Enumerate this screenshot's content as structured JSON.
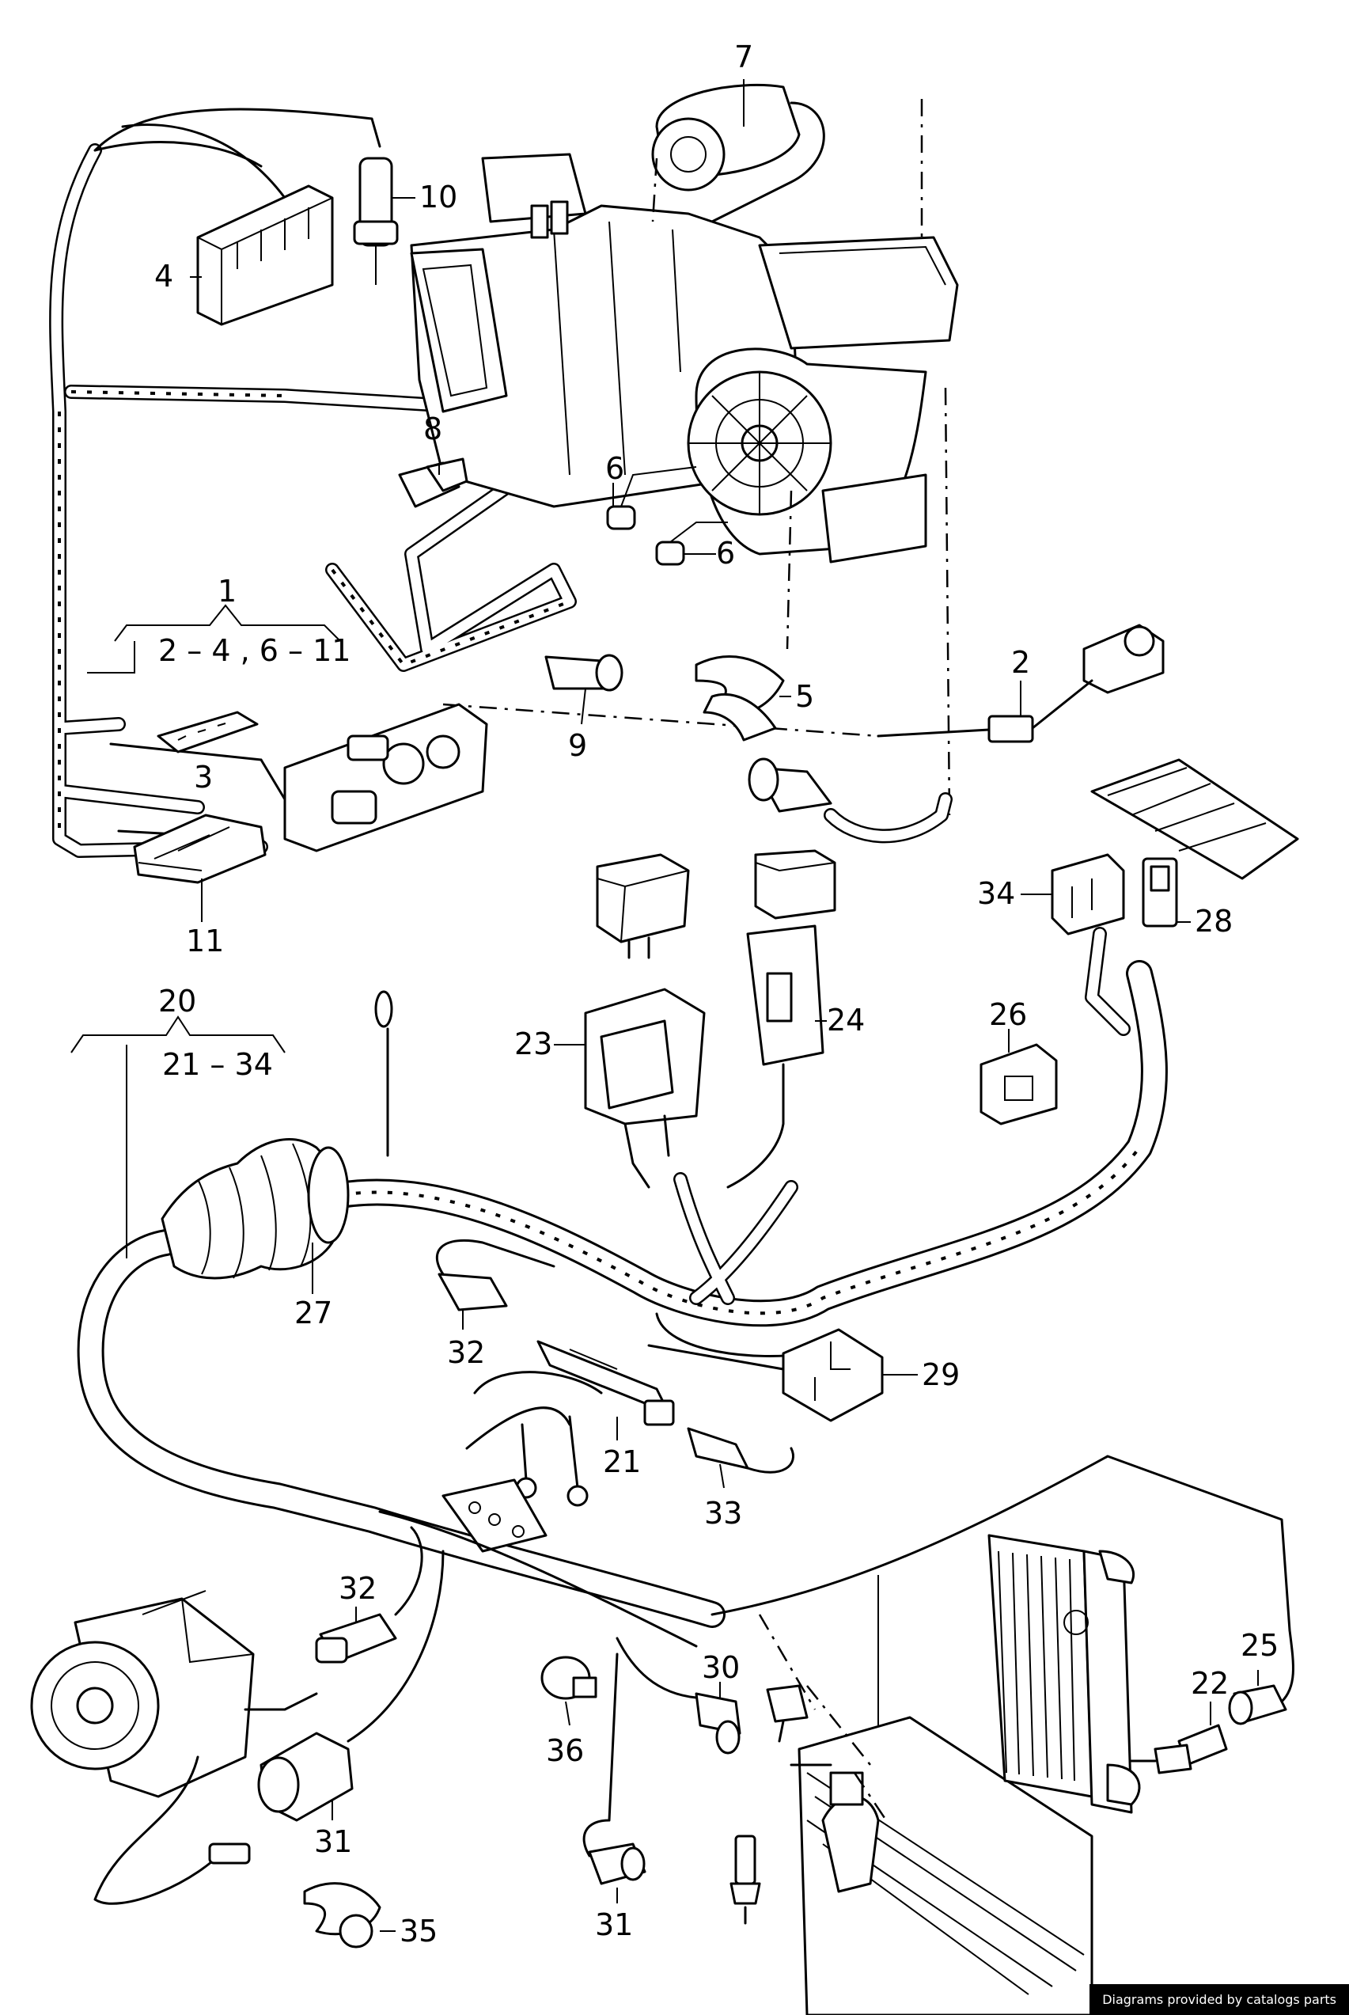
{
  "diagram": {
    "callouts": {
      "c1": "1",
      "c1_range": "2 – 4 , 6 – 11",
      "c2": "2",
      "c3": "3",
      "c4": "4",
      "c5": "5",
      "c6a": "6",
      "c6b": "6",
      "c7": "7",
      "c8": "8",
      "c9": "9",
      "c10": "10",
      "c11": "11",
      "c20": "20",
      "c20_range": "21 – 34",
      "c21": "21",
      "c22": "22",
      "c23": "23",
      "c24": "24",
      "c25": "25",
      "c26": "26",
      "c27": "27",
      "c28": "28",
      "c29": "29",
      "c30": "30",
      "c31a": "31",
      "c31b": "31",
      "c32a": "32",
      "c32b": "32",
      "c33": "33",
      "c34": "34",
      "c35": "35",
      "c36": "36"
    }
  },
  "footer": {
    "credit": "Diagrams provided by catalogs parts"
  }
}
